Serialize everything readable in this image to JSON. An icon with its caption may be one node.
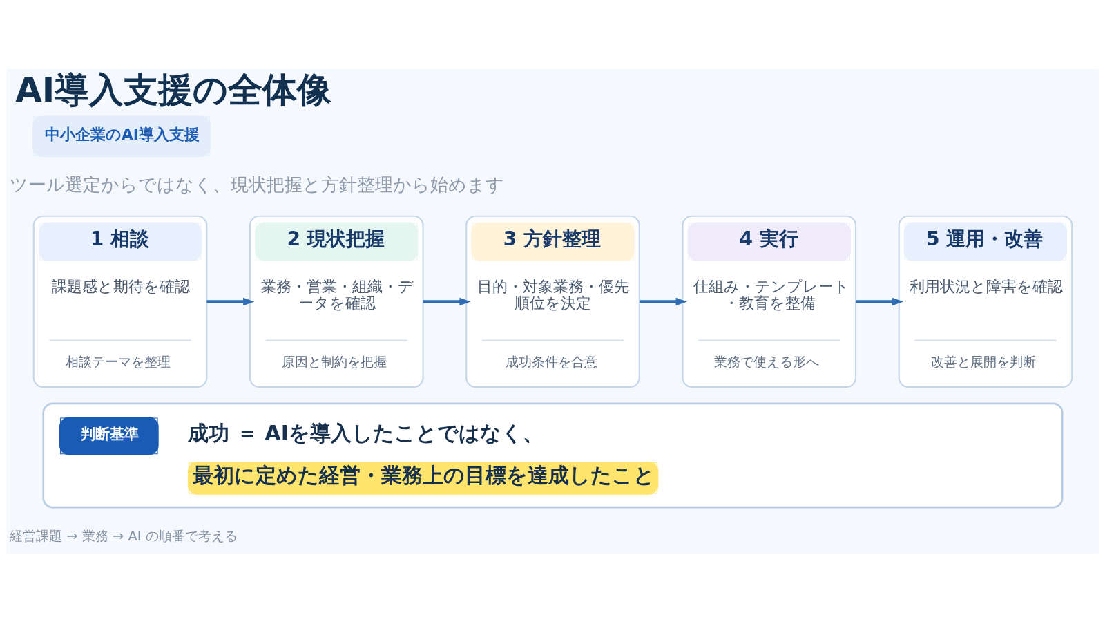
{
  "diagram": {
    "title": "AI導入支援の全体像",
    "nodes": [
      {
        "text": [
          "中小企業のAI導入支援"
        ]
      },
      {
        "text": [
          "1 相談",
          "課題感と期待を確認",
          "相談テーマを整理"
        ]
      },
      {
        "text": [
          "2 現状把握",
          "業務・営業・組織・データを確認",
          "原因と制約を把握"
        ]
      },
      {
        "text": [
          "3 方針整理",
          "目的・対象業務・優先順位を決定",
          "成功条件を合意"
        ]
      },
      {
        "text": [
          "4 実行",
          "仕組み・テンプレート・教育を整備",
          "業務で使える形へ"
        ]
      },
      {
        "text": [
          "5 運用・改善",
          "利用状況と障害を確認",
          "改善と展開を判断"
        ]
      },
      {
        "text": [
          "判断基準",
          "成功 ＝ AIを導入したことではなく、",
          "最初に定めた経営・業務上の目標を達成したこと"
        ]
      }
    ],
    "edges": [
      {
        "from": 1,
        "to": 2,
        "arrow": "to"
      },
      {
        "from": 2,
        "to": 3,
        "arrow": "to"
      },
      {
        "from": 3,
        "to": 4,
        "arrow": "to"
      },
      {
        "from": 4,
        "to": 5,
        "arrow": "to"
      }
    ],
    "labels": [
      "ツール選定からではなく、現状把握と方針整理から始めます",
      "経営課題 → 業務 → AI の順番で考える"
    ]
  }
}
